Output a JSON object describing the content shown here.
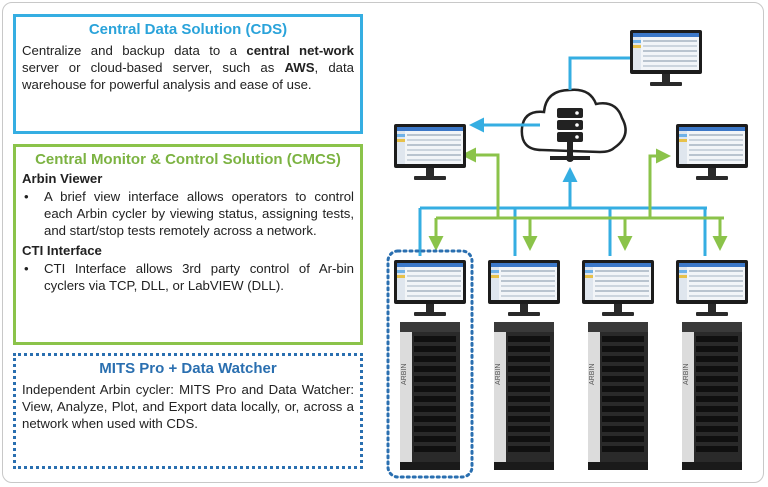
{
  "cds": {
    "title": "Central Data Solution (CDS)",
    "text_1": "Centralize and backup data to a ",
    "bold_1": "central net-work",
    "text_2": " server or cloud-based server, such as ",
    "bold_2": "AWS",
    "text_3": ", data warehouse for powerful analysis and ease of use."
  },
  "cmcs": {
    "title": "Central Monitor & Control Solution (CMCS)",
    "viewer_heading": "Arbin Viewer",
    "viewer_bullet": "A brief view interface allows operators to control each Arbin cycler by viewing status, assigning tests, and start/stop tests remotely across a network.",
    "cti_heading": "CTI Interface",
    "cti_bullet": "CTI Interface allows 3rd party control of Ar-bin cyclers via TCP, DLL, or LabVIEW (DLL)."
  },
  "mits": {
    "title": "MITS Pro + Data Watcher",
    "text": "Independent Arbin cycler: MITS Pro and Data Watcher: View, Analyze, Plot, and Export data locally, or, across a network when used with CDS."
  },
  "bullet_symbol": "•",
  "cabinet_brand": "ARBIN",
  "colors": {
    "cds_blue": "#35aee2",
    "cmcs_green": "#8bc34a",
    "mits_navy": "#2a6fb0",
    "data_line": "#35aee2",
    "control_line": "#8bc34a"
  }
}
